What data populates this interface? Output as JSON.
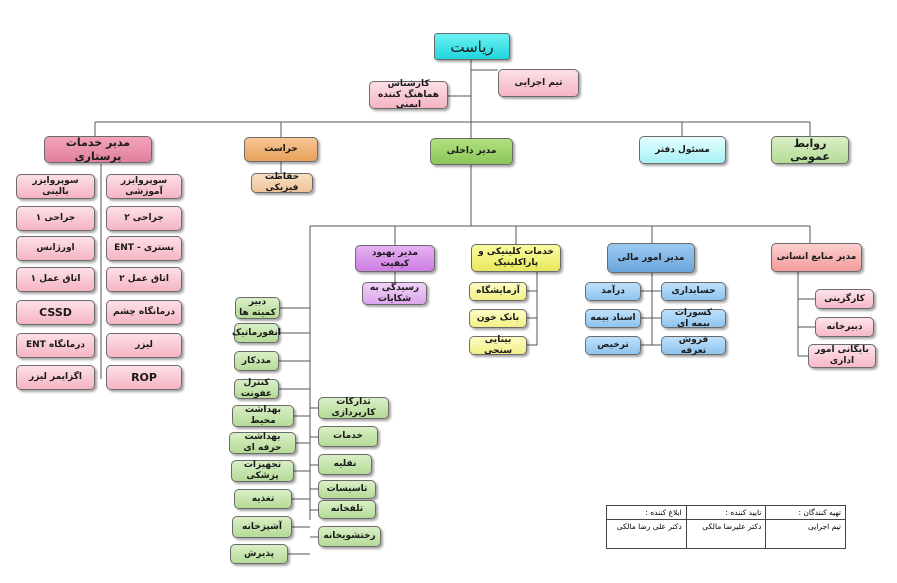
{
  "chart": {
    "root": "ریاست",
    "coordinator": "کارشناس هماهنگ کننده ایمنی",
    "exec_team": "تیم اجرایی",
    "nursing": {
      "title": "مدیر خدمات پرستاری",
      "items": [
        "سوپروایزر آموزشی",
        "سوپروایزر بالینی",
        "جراحی ۲",
        "جراحی ۱",
        "بستری - ENT",
        "اورژانس",
        "اتاق عمل ۲",
        "اتاق عمل ۱",
        "درمانگاه چشم",
        "CSSD",
        "لیزر",
        "درمانگاه ENT",
        "ROP",
        "اگزایمر لیزر"
      ]
    },
    "security": {
      "title": "حراست",
      "child": "حفاظت فیزیکی"
    },
    "internal": {
      "title": "مدیر داخلی"
    },
    "office": "مسئول دفتر",
    "pr": "روابط عمومی",
    "quality": {
      "title": "مدیر بهبود کیفیت",
      "child": "رسیدگی به شکایات",
      "items": [
        "دبیر کمیته ها",
        "انفورماتیک",
        "مددکار",
        "کنترل عفونت",
        "بهداشت محیط",
        "بهداشت حرفه ای",
        "تجهیزات پزشکی",
        "تغذیه",
        "آشپزخانه",
        "پذیرش"
      ]
    },
    "support": [
      "تدارکات کارپردازی",
      "خدمات",
      "نقلیه",
      "تاسیسات",
      "تلفخانه",
      "رختشویخانه"
    ],
    "clinical": {
      "title": "خدمات کلینیکی و پاراکلینیک",
      "items": [
        "آزمایشگاه",
        "بانک خون",
        "بینایی سنجی"
      ]
    },
    "finance": {
      "title": "مدیر امور مالی",
      "right": [
        "حسابداری",
        "کسورات بیمه ای",
        "فروش تعرفه"
      ],
      "left": [
        "درآمد",
        "اسناد بیمه",
        "ترخیص"
      ]
    },
    "hr": {
      "title": "مدیر منابع انسانی",
      "items": [
        "کارگزینی",
        "دبیرخانه",
        "بایگانی امور اداری"
      ]
    }
  },
  "footer": {
    "prepared_label": "تهیه کنندگان :",
    "approved_label": "تایید کننده :",
    "announced_label": "ابلاغ کننده :",
    "prepared_value": "تیم اجرایی",
    "approved_value": "دکتر علیرضا مالکی",
    "announced_value": "دکتر علی رضا مالکی"
  }
}
